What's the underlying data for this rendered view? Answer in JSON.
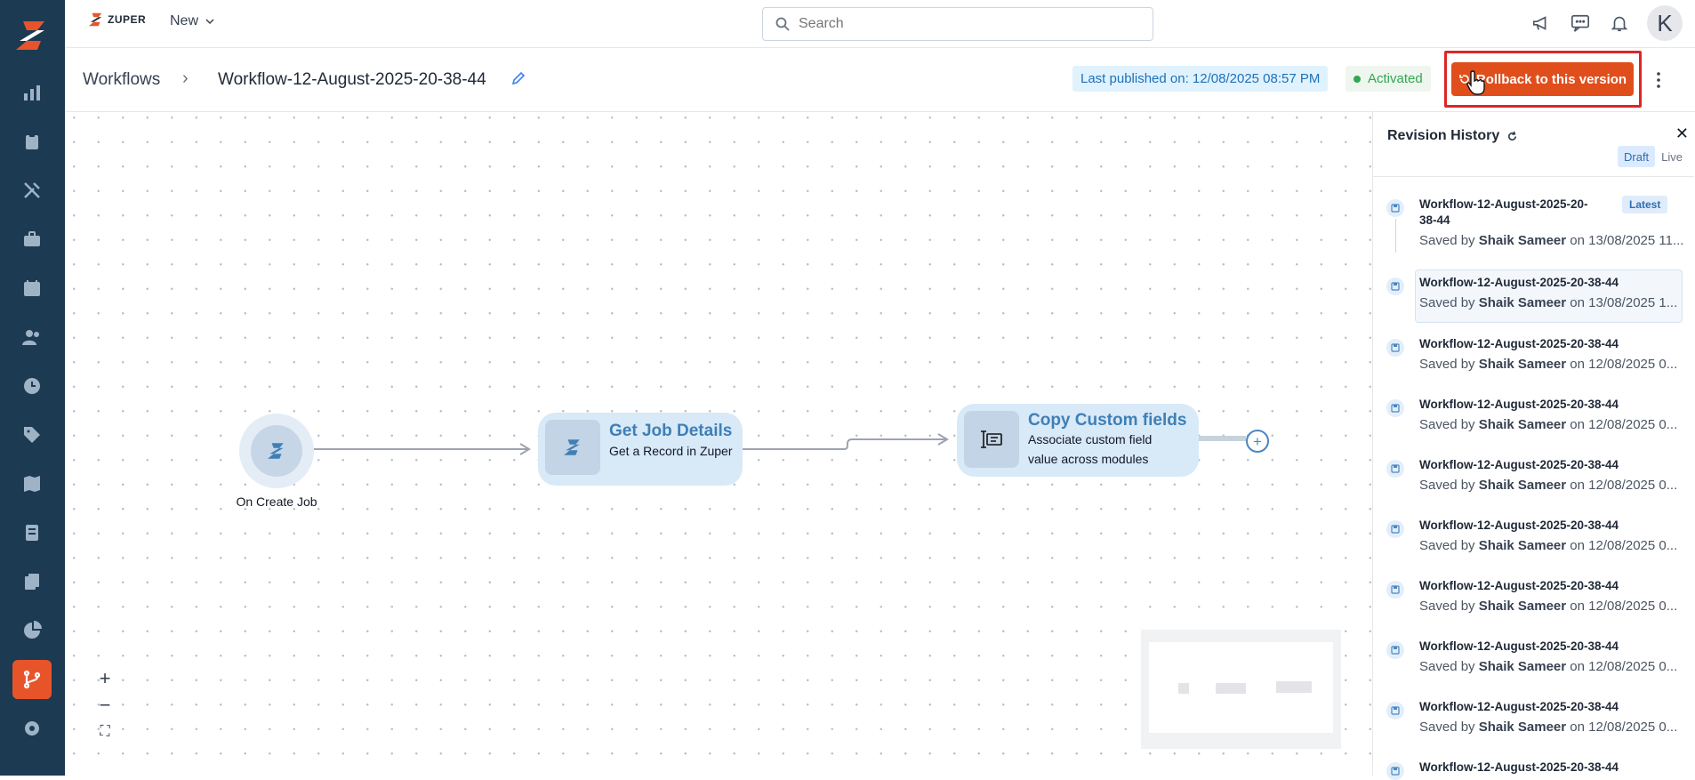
{
  "app": {
    "brand": "ZUPER",
    "new_label": "New"
  },
  "search": {
    "placeholder": "Search"
  },
  "header": {
    "breadcrumb_root": "Workflows",
    "breadcrumb_current": "Workflow-12-August-2025-20-38-44",
    "published": "Last published on: 12/08/2025 08:57 PM",
    "status": "Activated",
    "rollback_label": "Rollback to this version"
  },
  "user": {
    "initial": "K"
  },
  "flow": {
    "trigger_label": "On Create Job",
    "node1": {
      "title": "Get Job Details",
      "subtitle": "Get a Record in Zuper"
    },
    "node2": {
      "title": "Copy Custom fields",
      "subtitle_line1": "Associate custom field",
      "subtitle_line2": "value across modules"
    },
    "plus": "+"
  },
  "zoom": {
    "in": "+",
    "out": "−",
    "fit": "⛶"
  },
  "panel": {
    "title": "Revision History",
    "tabs": [
      "Draft",
      "Live"
    ],
    "latest_badge": "Latest",
    "revisions": [
      {
        "title_line1": "Workflow-12-August-2025-20-",
        "title_line2": "38-44",
        "saved_prefix": "Saved by ",
        "user": "Shaik Sameer",
        "saved_suffix": " on 13/08/2025 11..."
      },
      {
        "title": "Workflow-12-August-2025-20-38-44",
        "saved_prefix": "Saved by ",
        "user": "Shaik Sameer",
        "saved_suffix": " on 13/08/2025 1..."
      },
      {
        "title": "Workflow-12-August-2025-20-38-44",
        "saved_prefix": "Saved by ",
        "user": "Shaik Sameer",
        "saved_suffix": " on 12/08/2025 0..."
      },
      {
        "title": "Workflow-12-August-2025-20-38-44",
        "saved_prefix": "Saved by ",
        "user": "Shaik Sameer",
        "saved_suffix": " on 12/08/2025 0..."
      },
      {
        "title": "Workflow-12-August-2025-20-38-44",
        "saved_prefix": "Saved by ",
        "user": "Shaik Sameer",
        "saved_suffix": " on 12/08/2025 0..."
      },
      {
        "title": "Workflow-12-August-2025-20-38-44",
        "saved_prefix": "Saved by ",
        "user": "Shaik Sameer",
        "saved_suffix": " on 12/08/2025 0..."
      },
      {
        "title": "Workflow-12-August-2025-20-38-44",
        "saved_prefix": "Saved by ",
        "user": "Shaik Sameer",
        "saved_suffix": " on 12/08/2025 0..."
      },
      {
        "title": "Workflow-12-August-2025-20-38-44",
        "saved_prefix": "Saved by ",
        "user": "Shaik Sameer",
        "saved_suffix": " on 12/08/2025 0..."
      },
      {
        "title": "Workflow-12-August-2025-20-38-44",
        "saved_prefix": "Saved by ",
        "user": "Shaik Sameer",
        "saved_suffix": " on 12/08/2025 0..."
      },
      {
        "title": "Workflow-12-August-2025-20-38-44"
      }
    ]
  },
  "colors": {
    "sidebar": "#1c3a52",
    "accent": "#e04e1c",
    "node": "#d8e9f7",
    "link": "#3f7fb6"
  }
}
